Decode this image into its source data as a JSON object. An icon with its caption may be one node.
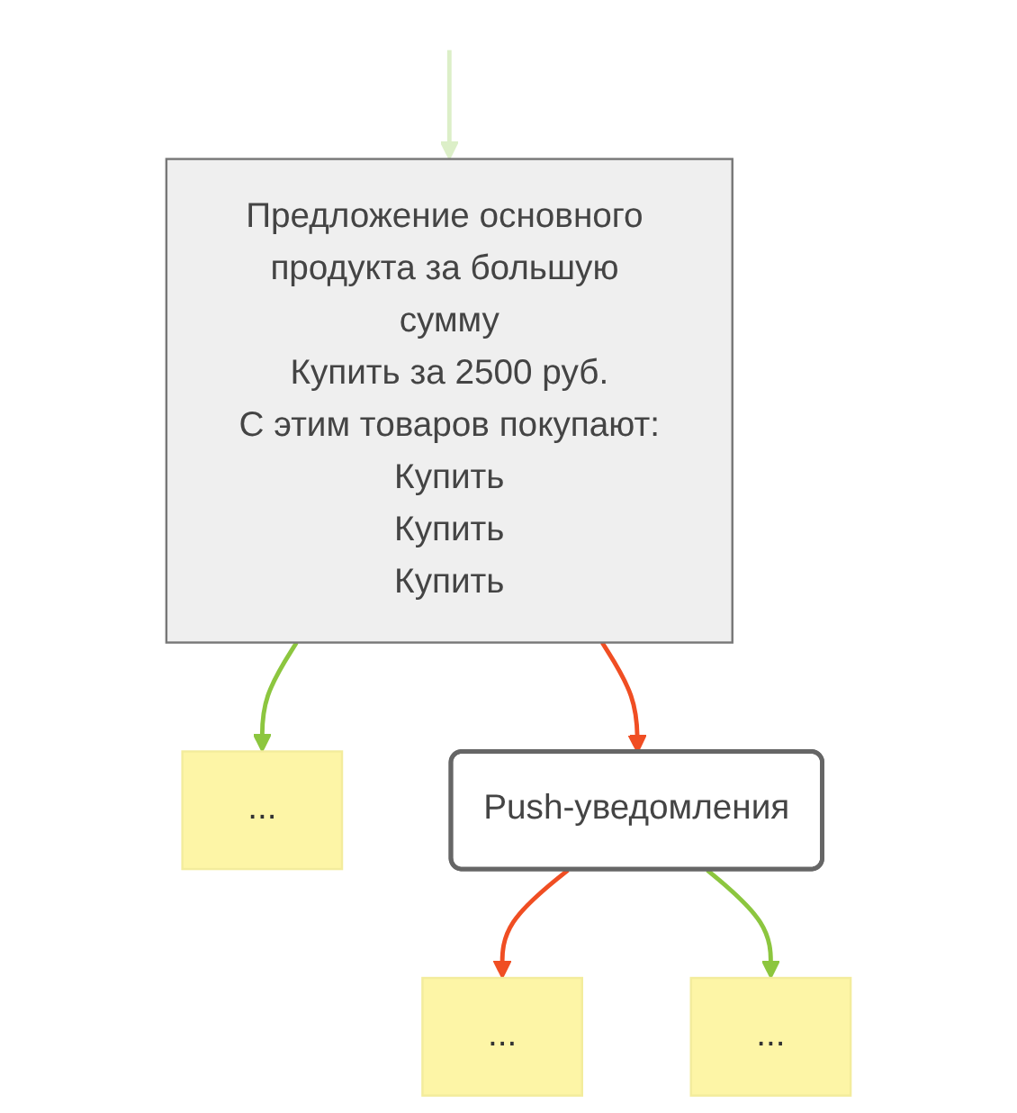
{
  "diagram": {
    "nodes": [
      {
        "text": [
          "Предложение основного продукта за большую сумму",
          "Купить за 2500 руб.",
          "С этим товаров покупают:",
          "Купить",
          "Купить",
          "Купить"
        ]
      },
      {
        "text": [
          "..."
        ]
      },
      {
        "text": [
          "Push-уведомления"
        ]
      },
      {
        "text": [
          "..."
        ]
      },
      {
        "text": [
          "..."
        ]
      }
    ],
    "edges": [
      {
        "from": null,
        "to": 0,
        "arrow": "to",
        "color": "#dcefc8"
      },
      {
        "from": 0,
        "to": 1,
        "arrow": "to",
        "color": "#8cc63f"
      },
      {
        "from": 0,
        "to": 2,
        "arrow": "to",
        "color": "#f04e23"
      },
      {
        "from": 2,
        "to": 3,
        "arrow": "to",
        "color": "#f04e23"
      },
      {
        "from": 2,
        "to": 4,
        "arrow": "to",
        "color": "#8cc63f"
      }
    ]
  }
}
